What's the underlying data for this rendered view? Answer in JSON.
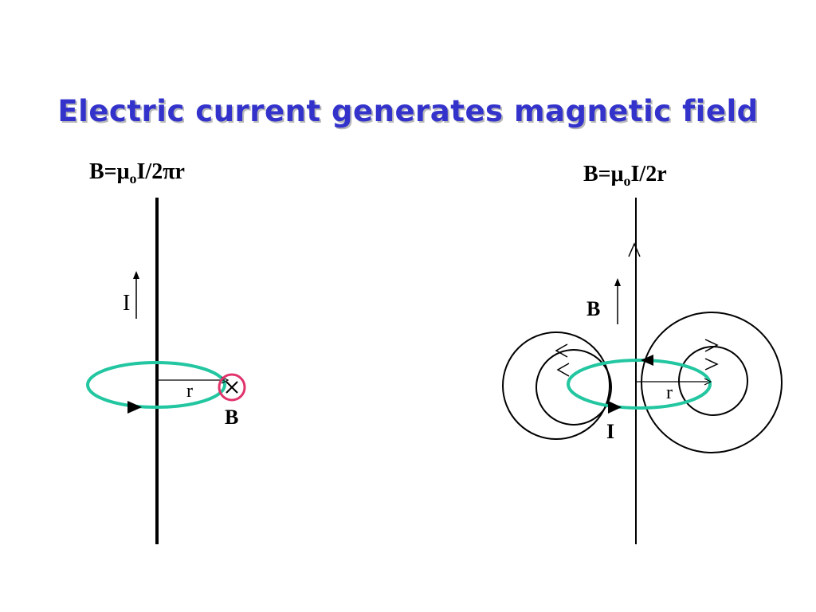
{
  "title": "Electric current generates magnetic field",
  "left": {
    "formula_prefix": "B=",
    "formula_mu": "μ",
    "formula_sub": "o",
    "formula_suffix": "I/2πr",
    "current_label": "I",
    "radius_label": "r",
    "field_label": "B"
  },
  "right": {
    "formula_prefix": "B=",
    "formula_mu": "μ",
    "formula_sub": "o",
    "formula_suffix": "I/2r",
    "field_label": "B",
    "radius_label": "r",
    "current_label": "I"
  },
  "colors": {
    "title": "#3333cc",
    "loop": "#22c6a0",
    "field_marker": "#e0336b",
    "lines": "#000000"
  }
}
